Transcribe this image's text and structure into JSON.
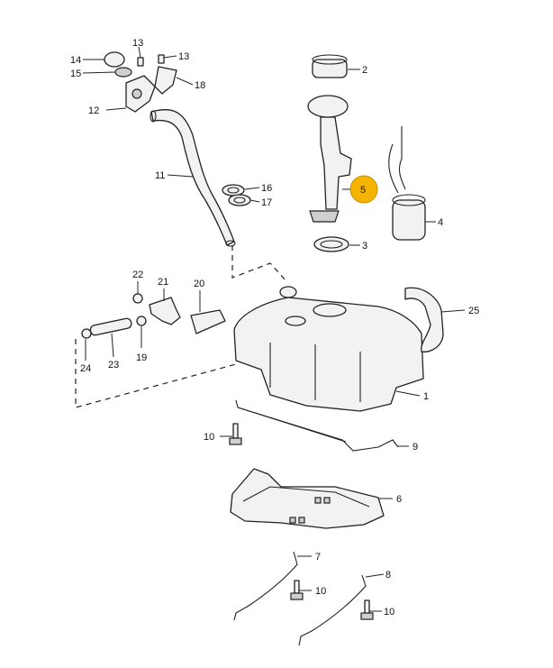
{
  "callouts": [
    {
      "id": "c1",
      "label": "1"
    },
    {
      "id": "c2",
      "label": "2"
    },
    {
      "id": "c3",
      "label": "3"
    },
    {
      "id": "c4",
      "label": "4"
    },
    {
      "id": "c5",
      "label": "5",
      "highlighted": true
    },
    {
      "id": "c6",
      "label": "6"
    },
    {
      "id": "c7",
      "label": "7"
    },
    {
      "id": "c8",
      "label": "8"
    },
    {
      "id": "c9",
      "label": "9"
    },
    {
      "id": "c10a",
      "label": "10"
    },
    {
      "id": "c10b",
      "label": "10"
    },
    {
      "id": "c10c",
      "label": "10"
    },
    {
      "id": "c11",
      "label": "11"
    },
    {
      "id": "c12",
      "label": "12"
    },
    {
      "id": "c13a",
      "label": "13"
    },
    {
      "id": "c13b",
      "label": "13"
    },
    {
      "id": "c14",
      "label": "14"
    },
    {
      "id": "c15",
      "label": "15"
    },
    {
      "id": "c16",
      "label": "16"
    },
    {
      "id": "c17",
      "label": "17"
    },
    {
      "id": "c18",
      "label": "18"
    },
    {
      "id": "c19",
      "label": "19"
    },
    {
      "id": "c20",
      "label": "20"
    },
    {
      "id": "c21",
      "label": "21"
    },
    {
      "id": "c22",
      "label": "22"
    },
    {
      "id": "c23",
      "label": "23"
    },
    {
      "id": "c24",
      "label": "24"
    },
    {
      "id": "c25",
      "label": "25"
    }
  ],
  "colors": {
    "highlight": "#f5b400",
    "line": "#222222",
    "part_fill": "#f2f2f2"
  }
}
